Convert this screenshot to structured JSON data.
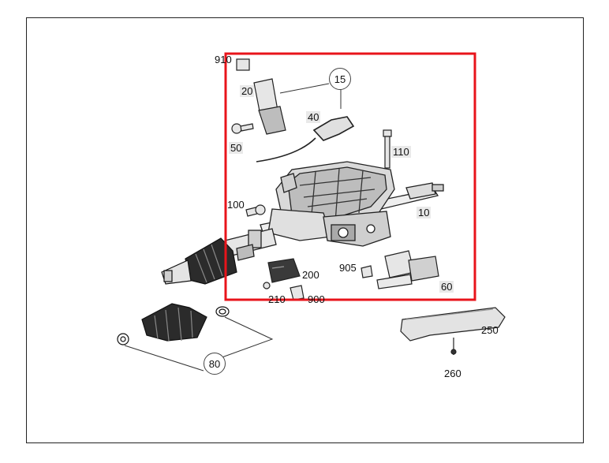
{
  "diagram": {
    "highlight_color": "#e8141b",
    "callouts": {
      "p910": "910",
      "p20": "20",
      "p15": "15",
      "p40": "40",
      "p50": "50",
      "p110": "110",
      "p100": "100",
      "p10": "10",
      "p905": "905",
      "p200": "200",
      "p60": "60",
      "p210": "210",
      "p900": "900",
      "p250": "250",
      "p260": "260",
      "p80": "80"
    }
  }
}
